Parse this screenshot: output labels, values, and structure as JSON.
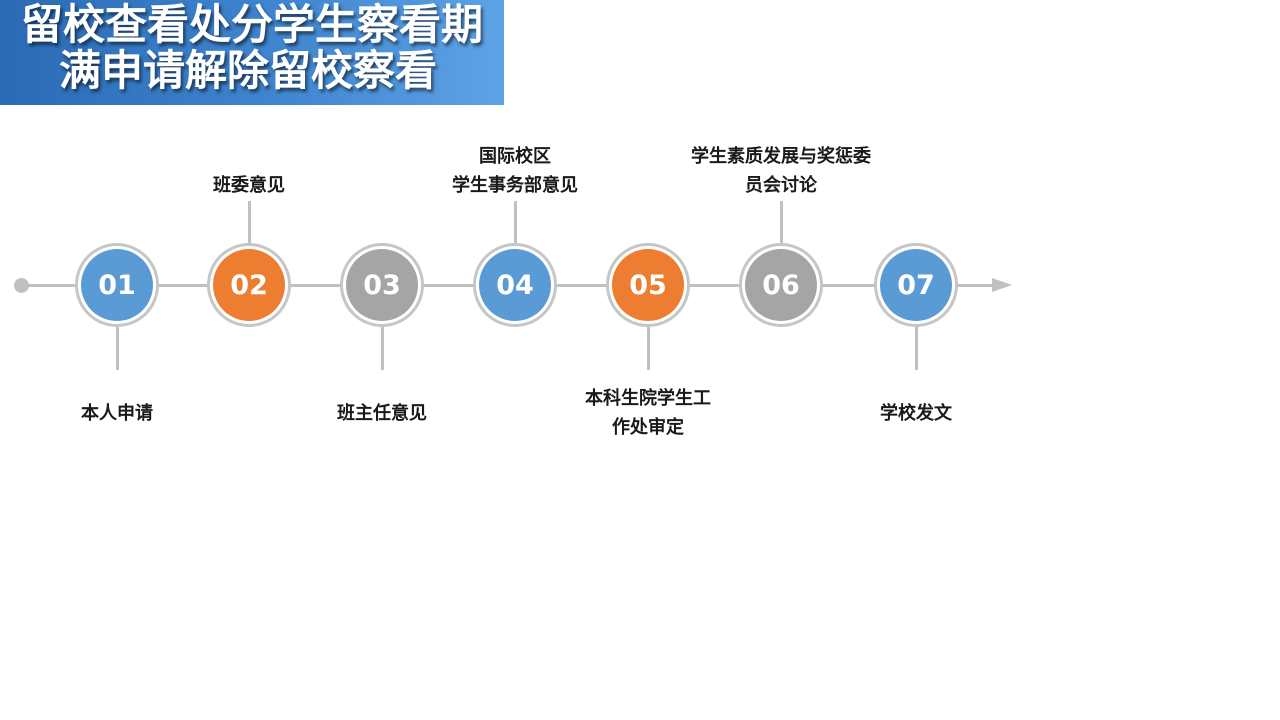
{
  "title": {
    "line1": "留校查看处分学生察看期",
    "line2": "满申请解除留校察看"
  },
  "steps": [
    {
      "number": "01",
      "label_lines": [
        "本人申请"
      ],
      "position": "below",
      "color": "blue"
    },
    {
      "number": "02",
      "label_lines": [
        "班委意见"
      ],
      "position": "above",
      "color": "orange"
    },
    {
      "number": "03",
      "label_lines": [
        "班主任意见"
      ],
      "position": "below",
      "color": "gray"
    },
    {
      "number": "04",
      "label_lines": [
        "国际校区",
        "学生事务部意见"
      ],
      "position": "above",
      "color": "blue"
    },
    {
      "number": "05",
      "label_lines": [
        "本科生院学生工",
        "作处审定"
      ],
      "position": "below",
      "color": "orange"
    },
    {
      "number": "06",
      "label_lines": [
        "学生素质发展与奖惩委",
        "员会讨论"
      ],
      "position": "above",
      "color": "gray"
    },
    {
      "number": "07",
      "label_lines": [
        "学校发文"
      ],
      "position": "below",
      "color": "blue"
    }
  ],
  "colors": {
    "blue": "#5b9bd5",
    "orange": "#ed7d31",
    "gray": "#a5a5a5",
    "line": "#c0c0c0"
  }
}
